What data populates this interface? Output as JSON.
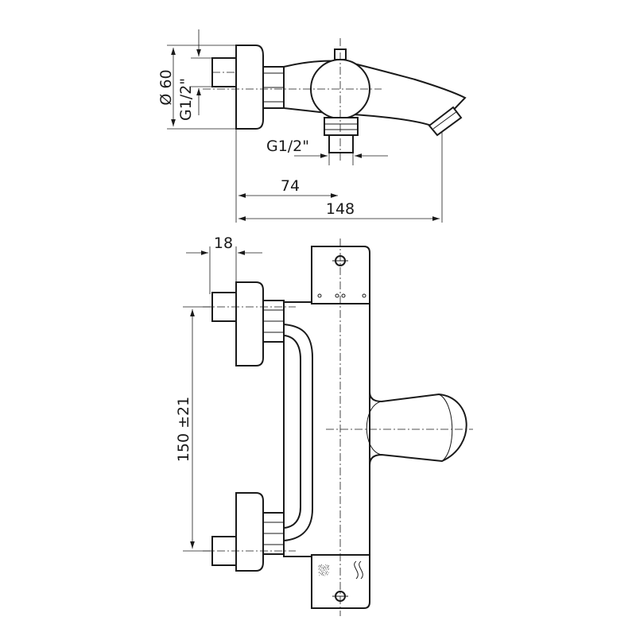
{
  "dimensions": {
    "diameter_label": "Ø 60",
    "thread_label_side": "G1/2\"",
    "thread_label_outlet": "G1/2\"",
    "depth_outlet": "74",
    "depth_total": "148",
    "pipe_width": "18",
    "center_distance": "150 ±21"
  },
  "colors": {
    "line": "#1a1a1a",
    "background": "#ffffff"
  },
  "icons": [
    "shower-symbol-icon",
    "hot-cold-wave-icon"
  ]
}
